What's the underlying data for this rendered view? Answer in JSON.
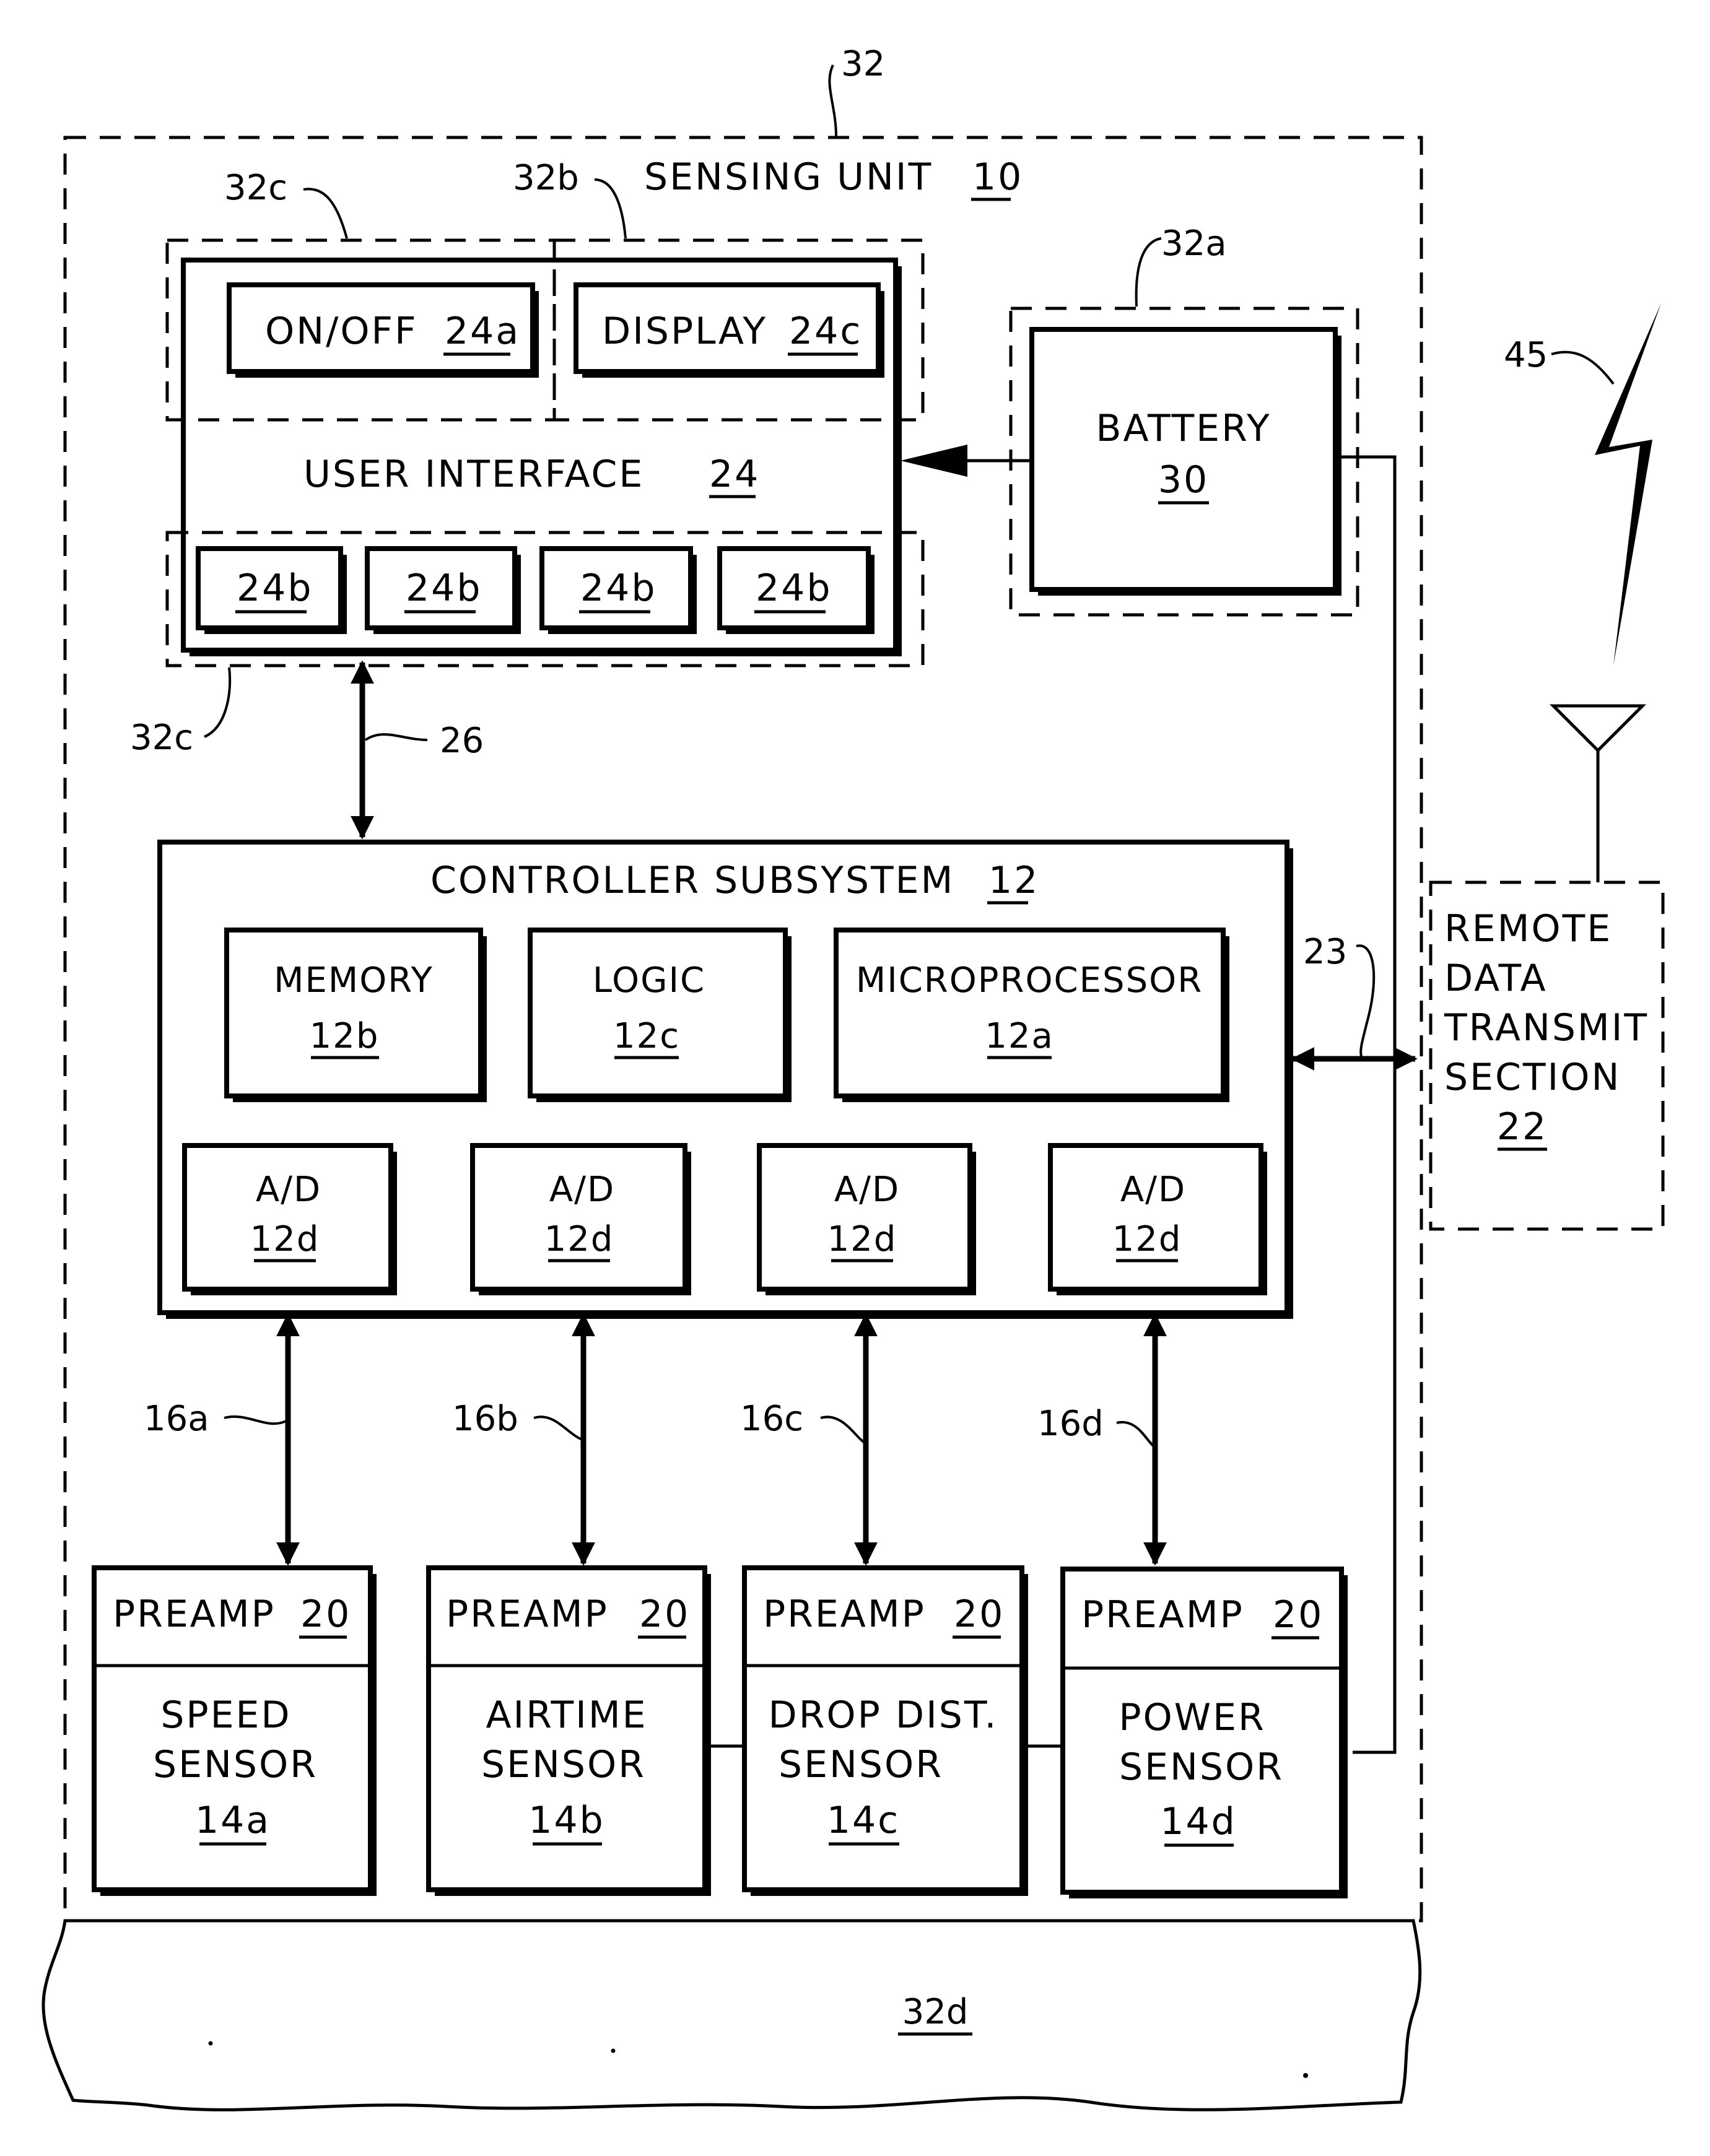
{
  "sensing_unit": {
    "label": "SENSING UNIT",
    "num": "10",
    "ref": "32"
  },
  "user_interface": {
    "label": "USER INTERFACE",
    "num": "24",
    "on_off": {
      "label": "ON/OFF",
      "num": "24a"
    },
    "display": {
      "label": "DISPLAY",
      "num": "24c"
    },
    "buttons": [
      "24b",
      "24b",
      "24b",
      "24b"
    ]
  },
  "battery": {
    "label": "BATTERY",
    "num": "30",
    "ref": "32a"
  },
  "controller": {
    "label": "CONTROLLER SUBSYSTEM",
    "num": "12",
    "memory": {
      "label": "MEMORY",
      "num": "12b"
    },
    "logic": {
      "label": "LOGIC",
      "num": "12c"
    },
    "microprocessor": {
      "label": "MICROPROCESSOR",
      "num": "12a"
    },
    "ad": [
      {
        "label": "A/D",
        "num": "12d"
      },
      {
        "label": "A/D",
        "num": "12d"
      },
      {
        "label": "A/D",
        "num": "12d"
      },
      {
        "label": "A/D",
        "num": "12d"
      }
    ]
  },
  "sensors": [
    {
      "preamp": "PREAMP",
      "preamp_num": "20",
      "line1": "SPEED",
      "line2": "SENSOR",
      "num": "14a",
      "link": "16a"
    },
    {
      "preamp": "PREAMP",
      "preamp_num": "20",
      "line1": "AIRTIME",
      "line2": "SENSOR",
      "num": "14b",
      "link": "16b"
    },
    {
      "preamp": "PREAMP",
      "preamp_num": "20",
      "line1": "DROP DIST.",
      "line2": "SENSOR",
      "num": "14c",
      "link": "16c"
    },
    {
      "preamp": "PREAMP",
      "preamp_num": "20",
      "line1": "POWER",
      "line2": "SENSOR",
      "num": "14d",
      "link": "16d"
    }
  ],
  "remote": {
    "lines": [
      "REMOTE",
      "DATA",
      "TRANSMIT",
      "SECTION"
    ],
    "num": "22"
  },
  "refs": {
    "r32b": "32b",
    "r32c_top": "32c",
    "r32c_bottom": "32c",
    "r26": "26",
    "r23": "23",
    "r45": "45",
    "r32d": "32d"
  }
}
